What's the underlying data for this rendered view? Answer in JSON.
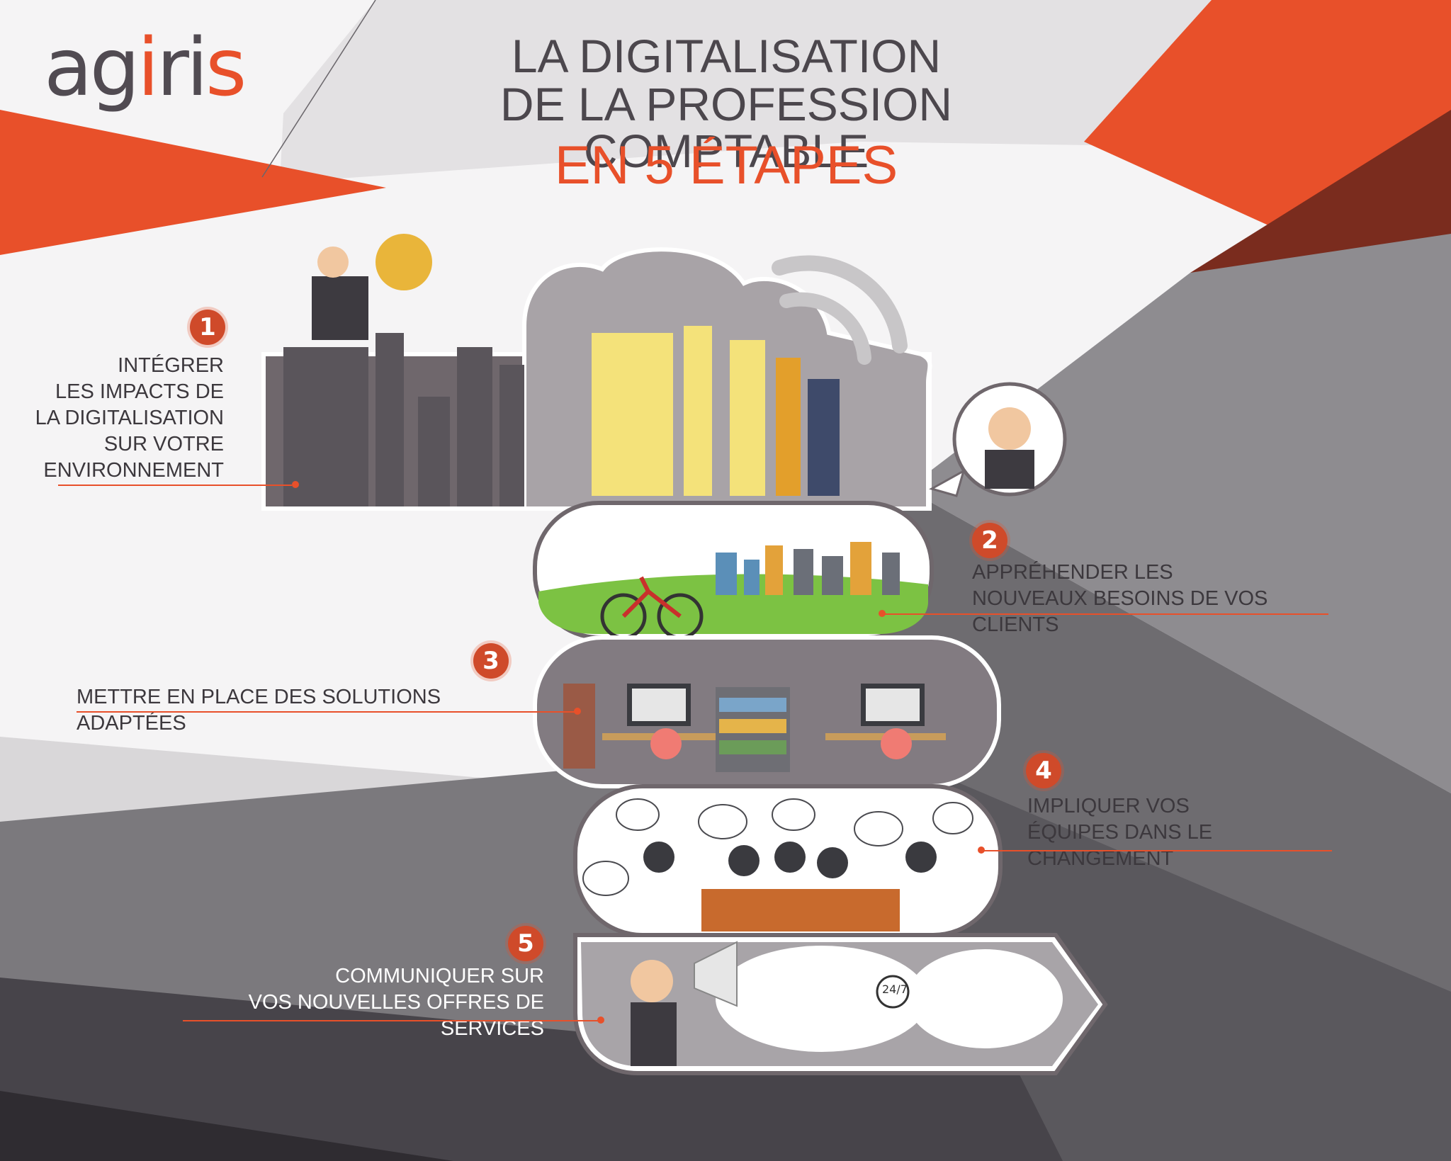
{
  "brand": {
    "logo_prefix": "ag",
    "logo_mid": "i",
    "logo_mid2": "ri",
    "logo_suffix": "s",
    "accent_color": "#e8502a",
    "dark_color": "#4c474d"
  },
  "header": {
    "line1": "LA DIGITALISATION",
    "line2": "DE LA PROFESSION COMPTABLE",
    "line3": "EN 5 ÉTAPES"
  },
  "steps": [
    {
      "number": "1",
      "lines": [
        "INTÉGRER",
        "LES IMPACTS DE",
        "LA DIGITALISATION",
        "SUR VOTRE",
        "ENVIRONNEMENT"
      ],
      "illustration": "telescope-city-icon"
    },
    {
      "number": "2",
      "lines": [
        "APPRÉHENDER LES",
        "NOUVEAUX BESOINS DE VOS CLIENTS"
      ],
      "illustration": "cyclist-city-icon"
    },
    {
      "number": "3",
      "lines": [
        "METTRE EN PLACE DES SOLUTIONS ADAPTÉES"
      ],
      "illustration": "office-desks-icon"
    },
    {
      "number": "4",
      "lines": [
        "IMPLIQUER VOS",
        "ÉQUIPES DANS LE CHANGEMENT"
      ],
      "illustration": "team-meeting-icon"
    },
    {
      "number": "5",
      "lines": [
        "COMMUNIQUER SUR",
        "VOS NOUVELLES OFFRES DE SERVICES"
      ],
      "illustration": "megaphone-services-icon"
    }
  ],
  "misc": {
    "clock_label": "24/7"
  }
}
